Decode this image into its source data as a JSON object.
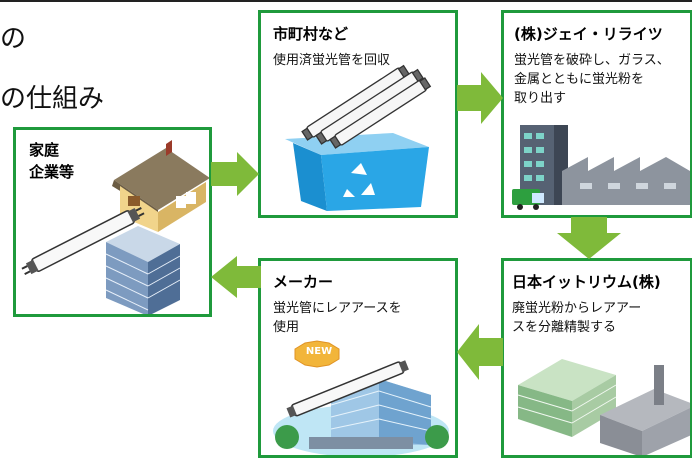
{
  "header": {
    "title_fragment_1": "の",
    "title_fragment_2": "の仕組み"
  },
  "nodes": {
    "households": {
      "title_line1": "家庭",
      "title_line2": "企業等"
    },
    "municipality": {
      "title": "市町村など",
      "description": "使用済蛍光管を回収"
    },
    "recycler": {
      "title": "(株)ジェイ・リライツ",
      "description": "蛍光管を破砕し、ガラス、\n金属とともに蛍光粉を\n取り出す"
    },
    "refiner": {
      "title": "日本イットリウム(株)",
      "description": "廃蛍光粉からレアアー\nスを分離精製する"
    },
    "maker": {
      "title": "メーカー",
      "description": "蛍光管にレアアースを\n使用",
      "badge": "NEW"
    }
  },
  "colors": {
    "box_border": "#1f9a3c",
    "arrow_fill": "#7fba3a",
    "bin_blue": "#1b8fd0"
  },
  "icons": {
    "house": "house-icon",
    "office": "office-building-icon",
    "bin": "recycle-bin-icon",
    "factory": "factory-icon",
    "plant": "industrial-plant-icon",
    "tube": "fluorescent-tube-icon"
  }
}
